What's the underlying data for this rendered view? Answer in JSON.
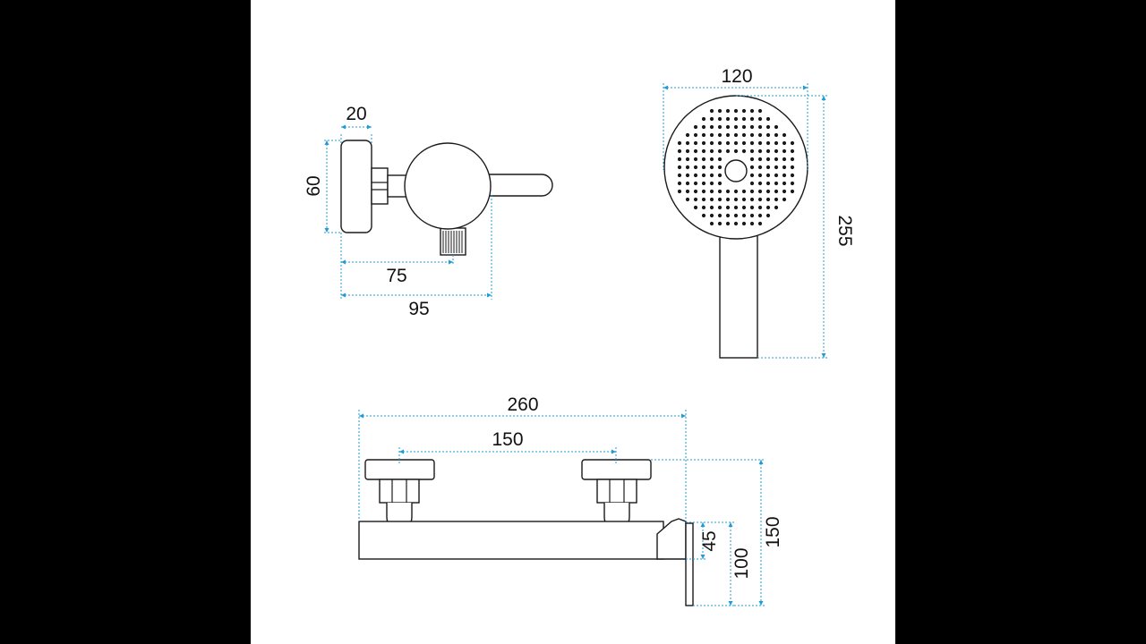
{
  "colors": {
    "background": "#000000",
    "canvas": "#ffffff",
    "outline": "#1a1a1a",
    "dimension_line": "#1f9bd7"
  },
  "side_view": {
    "dim_width": "20",
    "dim_height": "60",
    "dim_outlet": "75",
    "dim_depth": "95"
  },
  "hand_shower": {
    "dim_diameter": "120",
    "dim_length": "255"
  },
  "mixer_front": {
    "dim_total_width": "260",
    "dim_spacing": "150",
    "dim_body_height": "45",
    "dim_outlet_height": "100",
    "dim_total_height": "150"
  }
}
